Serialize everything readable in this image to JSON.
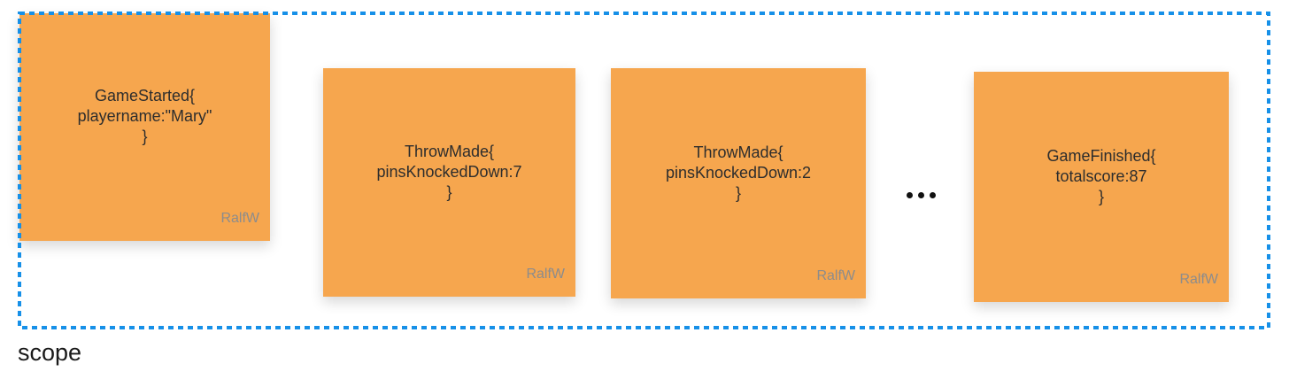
{
  "colors": {
    "note_fill": "#F6A64E",
    "scope_border": "#1690E8",
    "note_text": "#2D2D2D",
    "author_text": "#8C8C8C",
    "ellipsis_dots": "#111111",
    "scope_label_text": "#1A1A1A",
    "background": "#FFFFFF"
  },
  "scope": {
    "label": "scope"
  },
  "cards": [
    {
      "event": "GameStarted",
      "lines": [
        "GameStarted{",
        "playername:\"Mary\"",
        "}"
      ],
      "author": "RalfW"
    },
    {
      "event": "ThrowMade",
      "lines": [
        "ThrowMade{",
        "pinsKnockedDown:7",
        "}"
      ],
      "author": "RalfW"
    },
    {
      "event": "ThrowMade",
      "lines": [
        "ThrowMade{",
        "pinsKnockedDown:2",
        "}"
      ],
      "author": "RalfW"
    },
    {
      "event": "GameFinished",
      "lines": [
        "GameFinished{",
        "totalscore:87",
        "}"
      ],
      "author": "RalfW"
    }
  ]
}
